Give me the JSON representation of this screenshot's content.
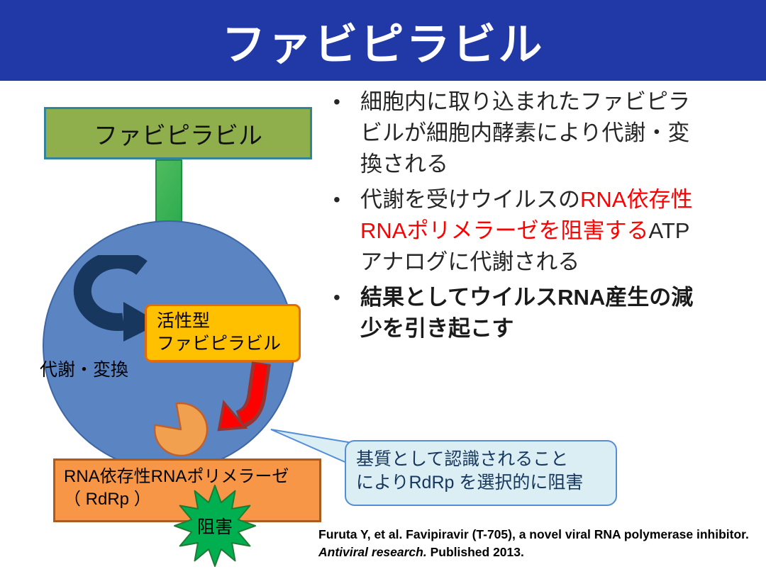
{
  "header": {
    "title": "ファビピラビル"
  },
  "diagram": {
    "drug_box_label": "ファビピラビル",
    "metabolism_label": "代謝・変換",
    "active_form_line1": "活性型",
    "active_form_line2": "ファビピラビル",
    "rdrp_line1": "RNA依存性RNAポリメラーゼ",
    "rdrp_line2": "（ RdRp ）",
    "inhibition_label": "阻害",
    "callout_line1": "基質として認識されること",
    "callout_line2": "によりRdRp を選択的に阻害"
  },
  "bullets": [
    {
      "segments": [
        {
          "text": "細胞内に取り込まれたファビピラビルが細胞内酵素により代謝・変換される",
          "style": "normal"
        }
      ]
    },
    {
      "segments": [
        {
          "text": "代謝を受けウイルスの",
          "style": "normal"
        },
        {
          "text": "RNA依存性RNAポリメラーゼを阻害する",
          "style": "red"
        },
        {
          "text": "ATPアナログに代謝される",
          "style": "normal"
        }
      ]
    },
    {
      "segments": [
        {
          "text": "結果としてウイルスRNA産生の減少を引き起こす",
          "style": "bold"
        }
      ]
    }
  ],
  "citation": {
    "line1": "Furuta Y, et al. Favipiravir (T-705), a novel viral RNA polymerase inhibitor.",
    "journal": "Antiviral research.",
    "rest": " Published 2013."
  },
  "colors": {
    "header_bg": "#2139A6",
    "title_text": "#FFFFFF",
    "red_text": "#FF0000",
    "drug_box_fill": "#8FAF4C",
    "drug_box_border": "#31849B",
    "down_arrow_green": "#2EB24B",
    "cell_fill": "#5B84C3",
    "metabolism_arrow_navy": "#17375E",
    "active_box_fill": "#FFC000",
    "active_box_border": "#E36C09",
    "red_arrow": "#FF0000",
    "enzyme_orange": "#F0A04E",
    "rdrp_box_fill": "#F79646",
    "inhibition_star_green": "#00B050",
    "callout_fill": "#DAEEF3",
    "callout_border": "#558ED5"
  }
}
